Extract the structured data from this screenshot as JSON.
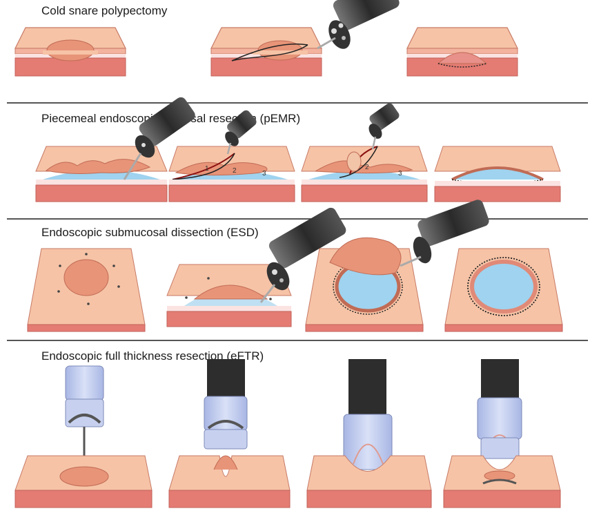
{
  "sections": [
    {
      "title": "Cold snare polypectomy"
    },
    {
      "title": "Piecemeal endoscopic mucosal resection (pEMR)"
    },
    {
      "title": "Endoscopic submucosal dissection (ESD)"
    },
    {
      "title": "Endoscopic full thickness resection (eFTR)"
    }
  ],
  "pemr_piece_labels": [
    "1",
    "2",
    "3"
  ],
  "colors": {
    "tissue_top": "#f6c3a6",
    "tissue_side": "#f2a894",
    "lesion": "#e89478",
    "muscle": "#e47c73",
    "submucosa_lift": "#9fd3ef",
    "endoscope": "#333333",
    "cap": "#b9c6ea"
  }
}
